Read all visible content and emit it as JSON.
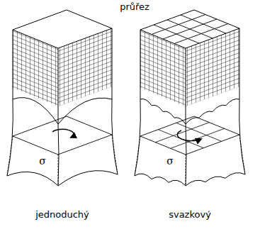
{
  "diagram": {
    "title": "průřez",
    "labels": [
      "σ",
      "σ",
      "jednoduchý",
      "svazkový"
    ]
  }
}
